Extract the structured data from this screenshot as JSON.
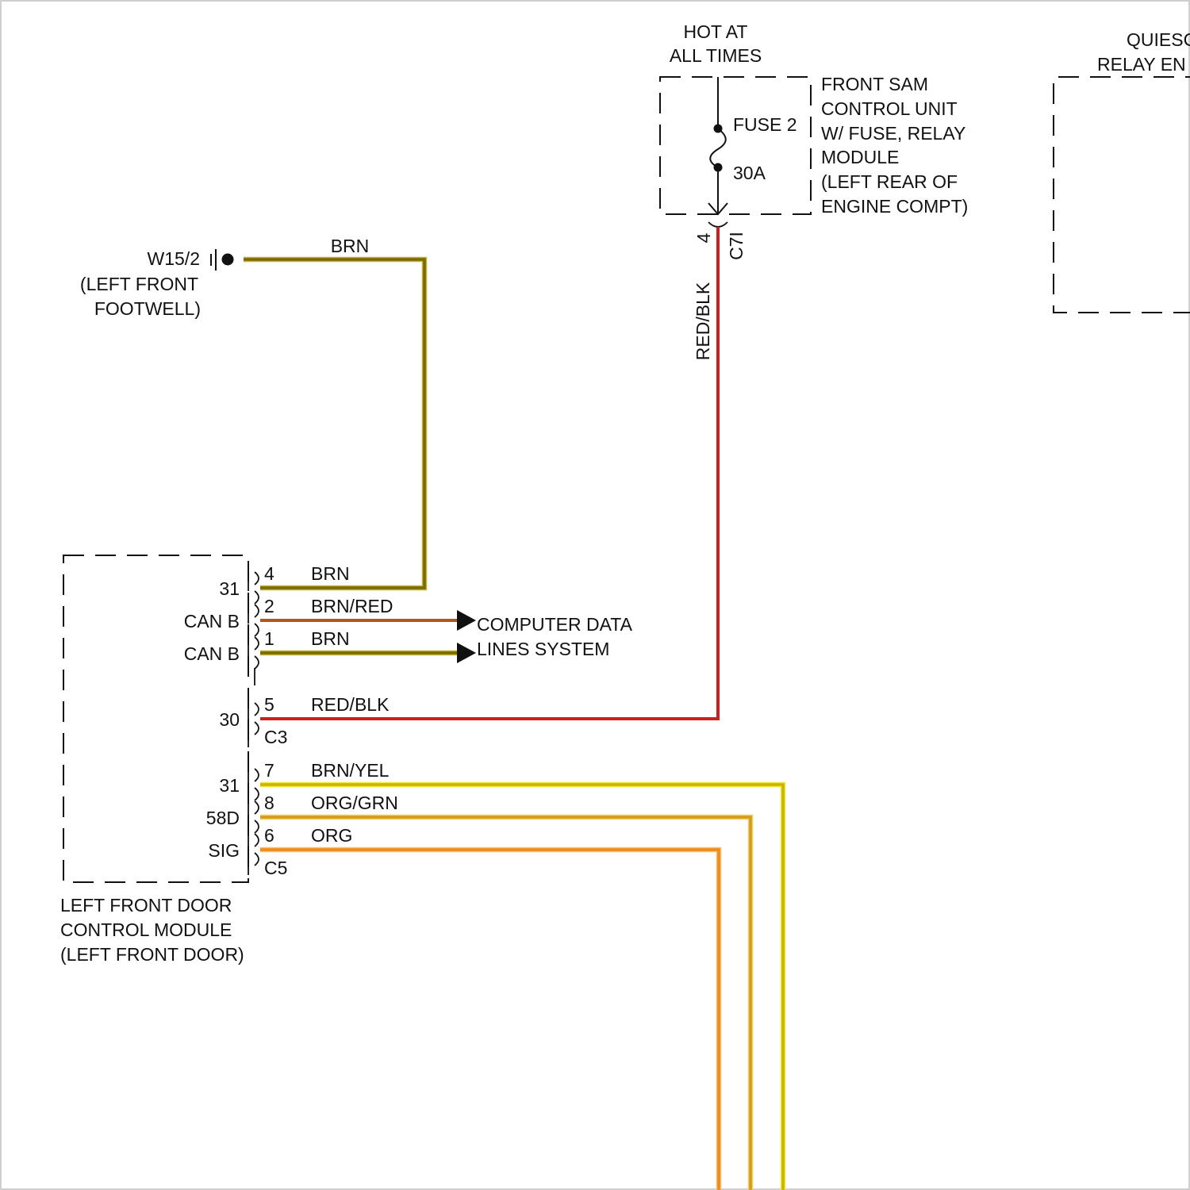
{
  "colors": {
    "brn": "#7a6a00",
    "brn_outline": "#c2b23a",
    "red_blk": "#cc2020",
    "brn_red": "#b2561a",
    "brn_yel": "#c9b400",
    "brn_yel_outline": "#f2e640",
    "org_grn": "#d49a1e",
    "org_grn_outline": "#f0d060",
    "org": "#ee8a1a",
    "org_outline": "#f8c070",
    "ink": "#111111"
  },
  "power_source": {
    "hot_label_1": "HOT AT",
    "hot_label_2": "ALL TIMES",
    "fuse_name": "FUSE 2",
    "fuse_rating": "30A",
    "unit_lines": [
      "FRONT SAM",
      "CONTROL UNIT",
      "W/ FUSE, RELAY",
      "MODULE",
      "(LEFT REAR OF",
      "ENGINE COMPT)"
    ],
    "connector_pin": "4",
    "connector_id": "C7I"
  },
  "quiescent_partial": {
    "line_1": "QUIESC",
    "line_2": "RELAY EN"
  },
  "ground": {
    "id": "W15/2",
    "location_1": "(LEFT FRONT",
    "location_2": "FOOTWELL)",
    "wire_color": "BRN"
  },
  "vertical_wire_label": "RED/BLK",
  "module": {
    "name_1": "LEFT FRONT DOOR",
    "name_2": "CONTROL MODULE",
    "name_3": "(LEFT FRONT DOOR)",
    "connector_c3": "C3",
    "connector_c5": "C5",
    "pins": [
      {
        "terminal": "31",
        "pin": "4",
        "wire": "BRN"
      },
      {
        "terminal": "CAN B",
        "pin": "2",
        "wire": "BRN/RED"
      },
      {
        "terminal": "CAN B",
        "pin": "1",
        "wire": "BRN"
      },
      {
        "terminal": "30",
        "pin": "5",
        "wire": "RED/BLK"
      },
      {
        "terminal": "31",
        "pin": "7",
        "wire": "BRN/YEL"
      },
      {
        "terminal": "58D",
        "pin": "8",
        "wire": "ORG/GRN"
      },
      {
        "terminal": "SIG",
        "pin": "6",
        "wire": "ORG"
      }
    ]
  },
  "data_lines": {
    "line_1": "COMPUTER DATA",
    "line_2": "LINES SYSTEM"
  }
}
